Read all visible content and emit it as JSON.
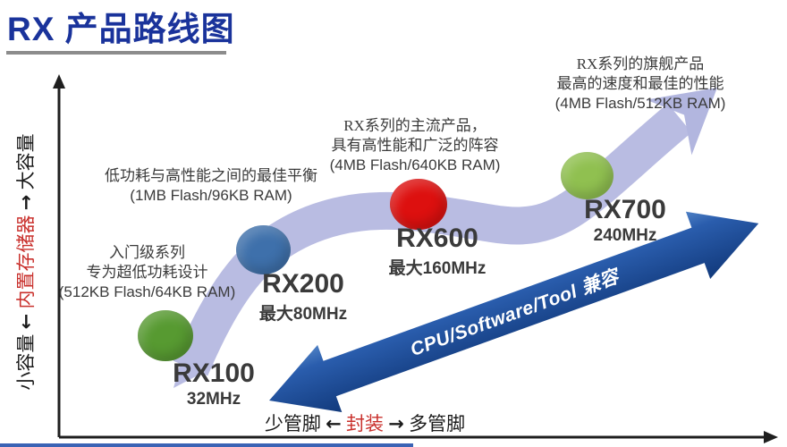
{
  "slide": {
    "title": "RX 产品路线图"
  },
  "y_axis": {
    "low": "小容量",
    "arrow_left": "←",
    "label": "内置存储器",
    "arrow_right": "→",
    "high": "大容量"
  },
  "x_axis": {
    "low": "少管脚",
    "arrow_left": "←",
    "label": "封装",
    "arrow_right": "→",
    "high": "多管脚"
  },
  "products": [
    {
      "name": "RX100",
      "speed": "32MHz",
      "color": "#579a31",
      "desc": [
        "入门级系列",
        "专为超低功耗设计",
        "(512KB Flash/64KB RAM)"
      ]
    },
    {
      "name": "RX200",
      "speed": "最大80MHz",
      "color": "#3e70ab",
      "desc": [
        "低功耗与高性能之间的最佳平衡",
        "(1MB Flash/96KB RAM)"
      ]
    },
    {
      "name": "RX600",
      "speed": "最大160MHz",
      "color": "#dd100f",
      "desc": [
        "RX系列的主流产品，",
        "具有高性能和广泛的阵容",
        "(4MB Flash/640KB RAM)"
      ]
    },
    {
      "name": "RX700",
      "speed": "240MHz",
      "color": "#90c050",
      "desc": [
        "RX系列的旗舰产品",
        "最高的速度和最佳的性能",
        "(4MB Flash/512KB RAM)"
      ]
    }
  ],
  "compat_arrow": {
    "label": "CPU/Software/Tool 兼容",
    "color": "#1c4c97"
  },
  "colors": {
    "title": "#1a339b",
    "underline": "#8c8c8c",
    "axis": "#1f1f1f",
    "emphasis_red": "#c9302c",
    "text": "#3b3b3b",
    "ribbon": "#b9bce2"
  }
}
